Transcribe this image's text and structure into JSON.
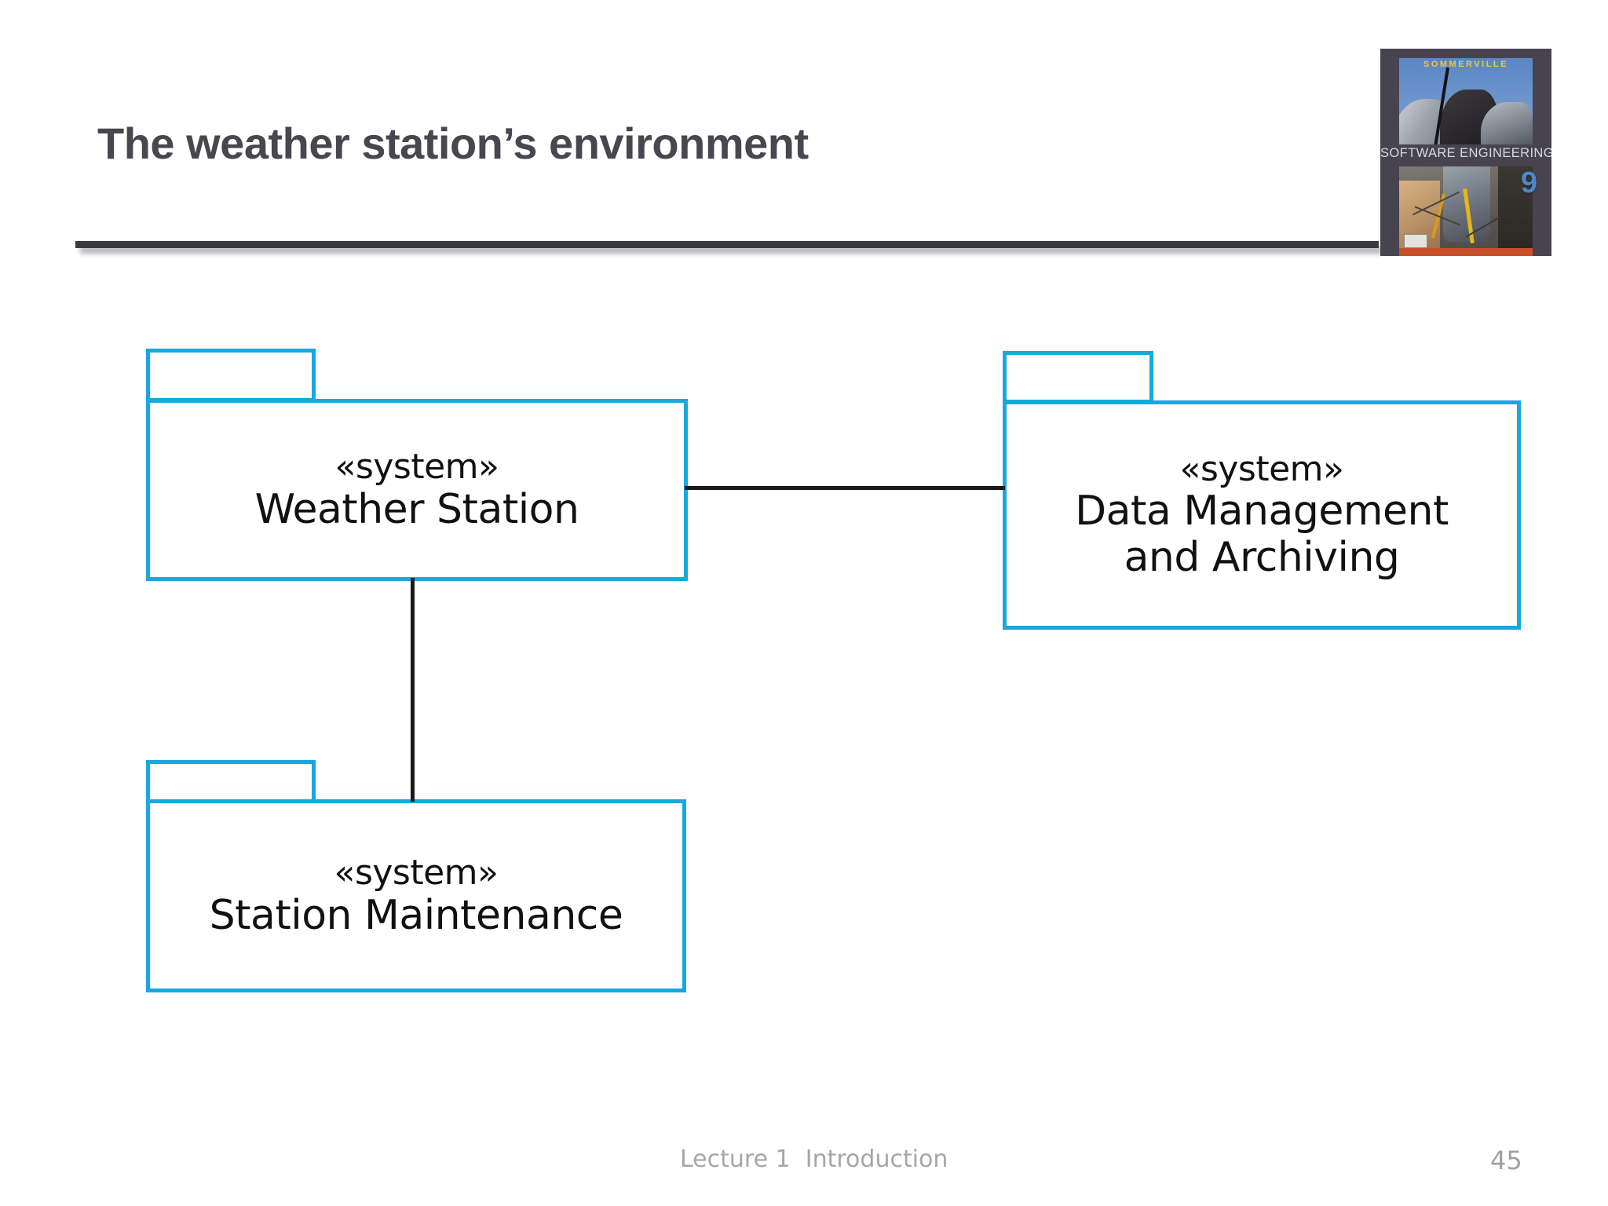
{
  "slide": {
    "title": "The weather station’s environment",
    "background_color": "#ffffff",
    "title_color": "#47474f",
    "rule_color": "#3a3a40"
  },
  "book_cover": {
    "author": "SOMMERVILLE",
    "series_title": "SOFTWARE ENGINEERING",
    "edition": "9",
    "frame_color": "#474450",
    "author_color": "#f0c838",
    "edition_color": "#4e86c8"
  },
  "diagram": {
    "type": "uml-package-diagram",
    "accent_color": "#17a8e0",
    "connector_color": "#1a1a1a",
    "packages": [
      {
        "id": "weather-station",
        "stereotype": "«system»",
        "name": "Weather Station",
        "name_lines": [
          "Weather Station"
        ]
      },
      {
        "id": "data-management-and-archiving",
        "stereotype": "«system»",
        "name": "Data Management and Archiving",
        "name_lines": [
          "Data Management",
          "and Archiving"
        ]
      },
      {
        "id": "station-maintenance",
        "stereotype": "«system»",
        "name": "Station Maintenance",
        "name_lines": [
          "Station Maintenance"
        ]
      }
    ],
    "connections": [
      {
        "from": "weather-station",
        "to": "data-management-and-archiving",
        "orientation": "horizontal"
      },
      {
        "from": "weather-station",
        "to": "station-maintenance",
        "orientation": "vertical"
      }
    ]
  },
  "footer": {
    "lecture_label": "Lecture 1  Introduction",
    "page_number": "45",
    "color": "#a6a6a6"
  }
}
